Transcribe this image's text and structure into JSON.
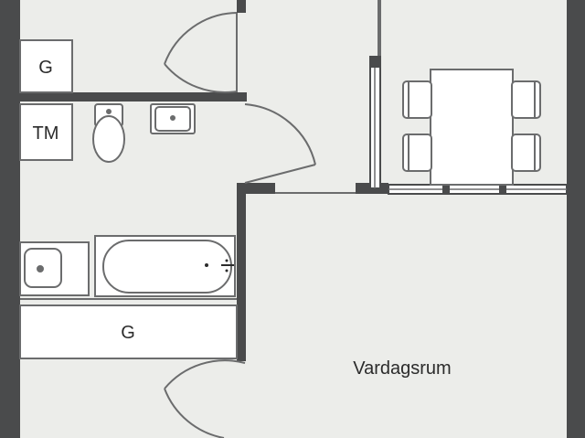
{
  "plan": {
    "rooms": [
      {
        "id": "living-room",
        "label": "Vardagsrum"
      }
    ],
    "fixtures": {
      "storage_top": "G",
      "storage_bottom": "G",
      "washing_machine": "TM"
    },
    "colors": {
      "floor": "#ecedea",
      "wall": "#4a4b4c",
      "line": "#6b6c6d",
      "fixture_fill": "#ffffff"
    }
  }
}
